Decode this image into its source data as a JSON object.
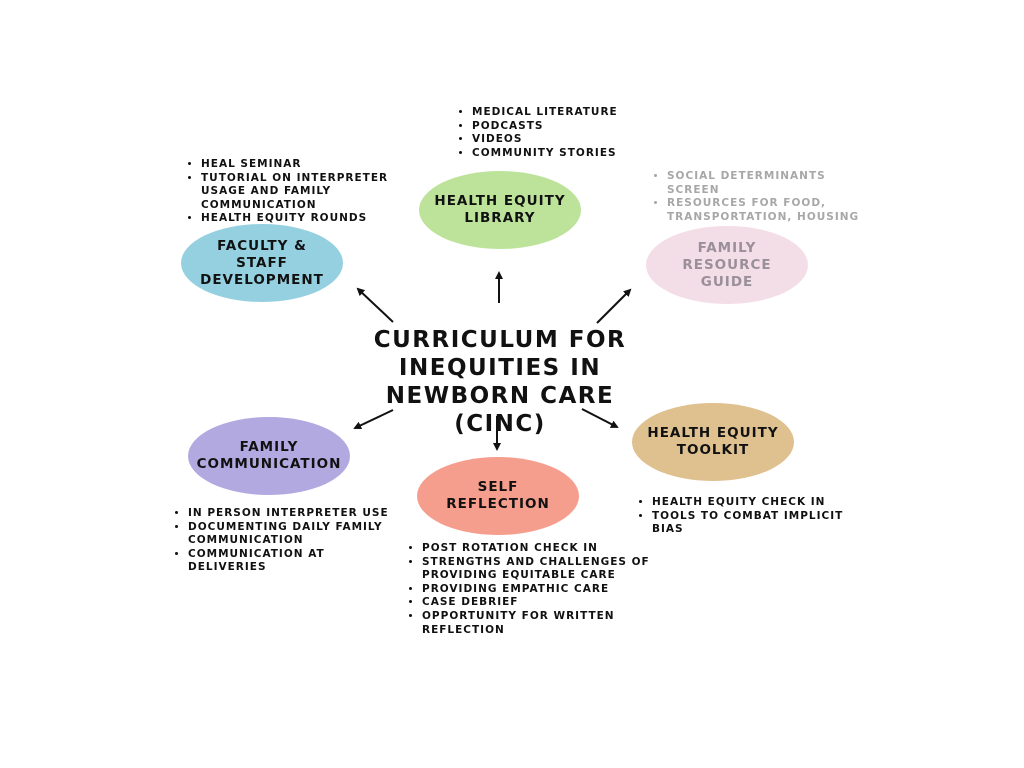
{
  "center": {
    "title": "Curriculum for Inequities in Newborn Care (CINC)"
  },
  "colors": {
    "library": "#bde39a",
    "faculty": "#94d0e0",
    "family_resource": "#f3dde6",
    "family_comm": "#b2a9e0",
    "self_reflection": "#f59e8d",
    "toolkit": "#dfc08f"
  },
  "nodes": {
    "library": {
      "label": "Health Equity Library",
      "items": [
        "Medical Literature",
        "Podcasts",
        "Videos",
        "Community Stories"
      ]
    },
    "faculty": {
      "label": "Faculty & Staff Development",
      "items": [
        "HEAL Seminar",
        "Tutorial on Interpreter Usage and Family Communication",
        "Health Equity Rounds"
      ]
    },
    "family_resource": {
      "label": "Family Resource Guide",
      "items": [
        "Social Determinants Screen",
        "Resources for food, transportation, housing"
      ]
    },
    "family_comm": {
      "label": "Family Communication",
      "items": [
        "In person interpreter use",
        "Documenting daily family communication",
        "Communication at deliveries"
      ]
    },
    "self_reflection": {
      "label": "Self Reflection",
      "items": [
        "Post rotation check in",
        "Strengths and challenges of providing equitable care",
        "Providing empathic care",
        "Case debrief",
        "Opportunity for written reflection"
      ]
    },
    "toolkit": {
      "label": "Health Equity Toolkit",
      "items": [
        "Health equity check in",
        "Tools to combat implicit bias"
      ]
    }
  }
}
